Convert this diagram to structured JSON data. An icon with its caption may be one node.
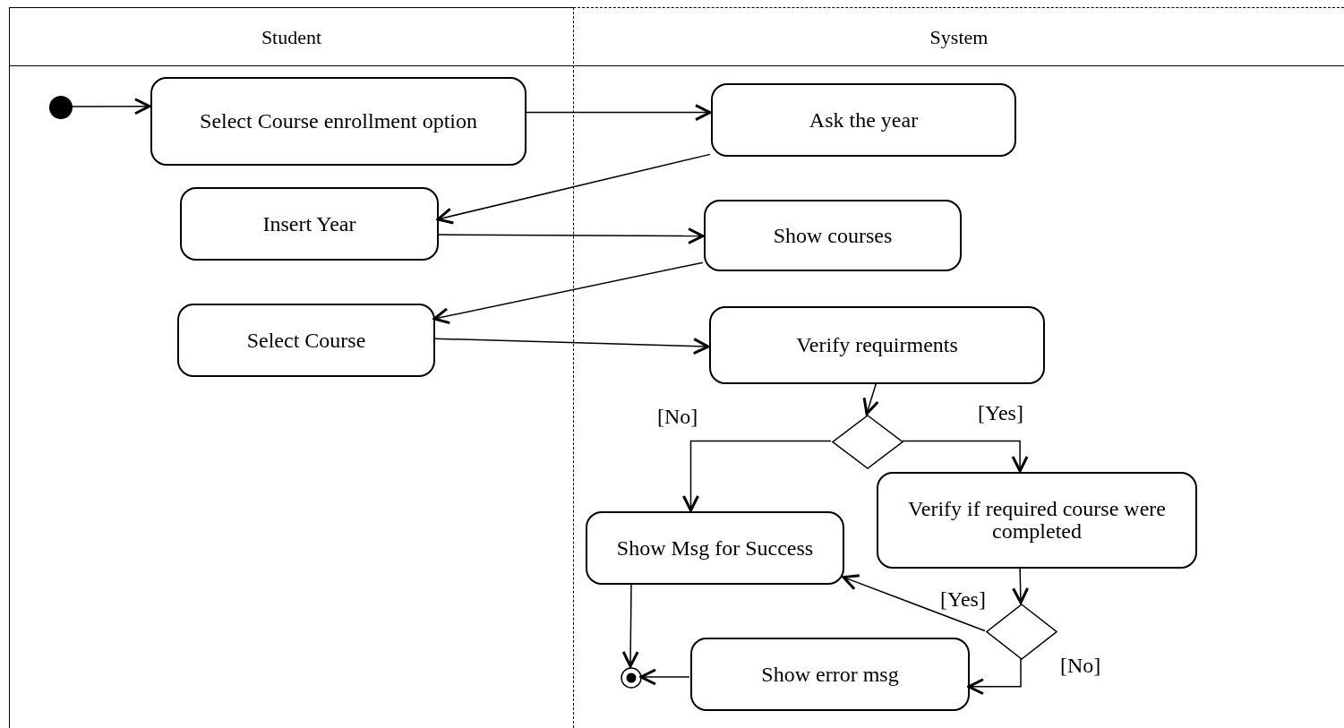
{
  "diagram": {
    "nodes": [
      {
        "text": [
          "Student"
        ]
      },
      {
        "text": [
          "System"
        ]
      },
      {
        "text": [],
        "shape": "circle",
        "in": 0
      },
      {
        "text": [
          "Select Course enrollment option"
        ],
        "in": 0
      },
      {
        "text": [
          "Ask the year"
        ],
        "in": 1
      },
      {
        "text": [
          "Insert Year"
        ],
        "in": 0
      },
      {
        "text": [
          "Show courses"
        ],
        "in": 1
      },
      {
        "text": [
          "Select Course"
        ],
        "in": 0
      },
      {
        "text": [
          "Verify requirments"
        ],
        "in": 1
      },
      {
        "text": [],
        "shape": "diamond",
        "in": 1
      },
      {
        "text": [
          "Show Msg for Success"
        ],
        "in": 1
      },
      {
        "text": [
          "Verify if required course were completed"
        ],
        "in": 1
      },
      {
        "text": [],
        "shape": "diamond",
        "in": 1
      },
      {
        "text": [],
        "shape": "bullseye",
        "in": 1
      },
      {
        "text": [
          "Show error msg"
        ],
        "in": 1
      }
    ],
    "edges": [
      {
        "from": 2,
        "to": 3,
        "arrow": "to"
      },
      {
        "from": 3,
        "to": 4,
        "arrow": "to"
      },
      {
        "from": 4,
        "to": 5,
        "arrow": "to"
      },
      {
        "from": 5,
        "to": 6,
        "arrow": "to"
      },
      {
        "from": 6,
        "to": 7,
        "arrow": "to"
      },
      {
        "from": 7,
        "to": 8,
        "arrow": "to"
      },
      {
        "from": 8,
        "to": 9,
        "arrow": "to"
      },
      {
        "from": 9,
        "to": 10,
        "label": "[No]",
        "arrow": "to"
      },
      {
        "from": 9,
        "to": 11,
        "label": "[Yes]",
        "arrow": "to"
      },
      {
        "from": 11,
        "to": 12,
        "arrow": "to"
      },
      {
        "from": 12,
        "to": 10,
        "label": "[Yes]",
        "arrow": "to"
      },
      {
        "from": 12,
        "to": 14,
        "label": "[No]",
        "arrow": "to"
      },
      {
        "from": 10,
        "to": 13,
        "arrow": "to"
      },
      {
        "from": 14,
        "to": 13,
        "arrow": "to"
      }
    ]
  }
}
